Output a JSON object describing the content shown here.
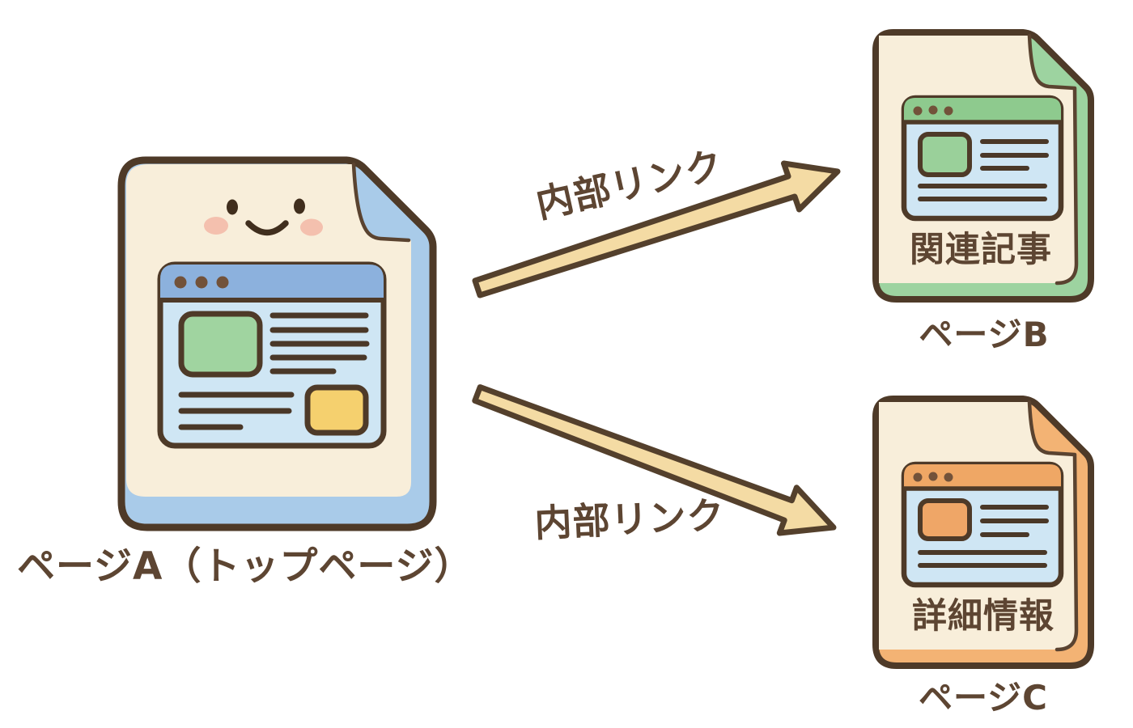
{
  "diagram": {
    "page_a": {
      "label": "ページA（トップページ）"
    },
    "page_b": {
      "content_label": "関連記事",
      "label": "ページB"
    },
    "page_c": {
      "content_label": "詳細情報",
      "label": "ページC"
    },
    "arrow_top": {
      "label": "内部リンク"
    },
    "arrow_bottom": {
      "label": "内部リンク"
    },
    "colors": {
      "background": "#ffffff",
      "outline_brown": "#4e3a28",
      "text_brown": "#5d4532",
      "page_cream": "#f8eeda",
      "page_a_accent_blue": "#a9cbe9",
      "page_a_header_blue": "#8cb1dd",
      "browser_body_blue": "#cfe6f4",
      "thumb_green": "#a0d4a0",
      "thumb_yellow": "#f5d06e",
      "page_b_accent_green": "#9dd3a0",
      "page_b_header_green": "#8eca8e",
      "page_b_thumb_green": "#9ad09a",
      "page_c_accent_orange": "#f3b374",
      "page_c_header_orange": "#efa765",
      "page_c_thumb_orange": "#efa667",
      "arrow_fill_tan": "#f4dba4",
      "blush_pink": "#f4c0ae",
      "face_dark_brown": "#402e1d",
      "dot_brown": "#72523a"
    }
  }
}
